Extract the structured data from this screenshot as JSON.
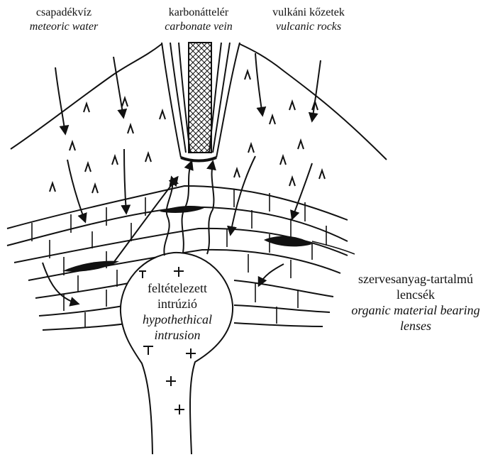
{
  "labels": {
    "meteoric": {
      "hu": "csapadékvíz",
      "en": "meteoric water"
    },
    "vein": {
      "hu": "karbonáttelér",
      "en": "carbonate vein"
    },
    "volcanic": {
      "hu": "vulkáni kőzetek",
      "en": "vulcanic rocks"
    },
    "intrusion": {
      "hu1": "feltételezett",
      "hu2": "intrúzió",
      "en1": "hypothethical",
      "en2": "intrusion"
    },
    "lenses": {
      "hu1": "szervesanyag-tartalmú",
      "hu2": "lencsék",
      "en1": "organic material bearing",
      "en2": "lenses"
    }
  },
  "colors": {
    "ink": "#111111",
    "paper": "#ffffff"
  },
  "icons": {
    "volcanic_symbol": "caret-glyph",
    "intrusion_symbol": "plus-glyph"
  }
}
